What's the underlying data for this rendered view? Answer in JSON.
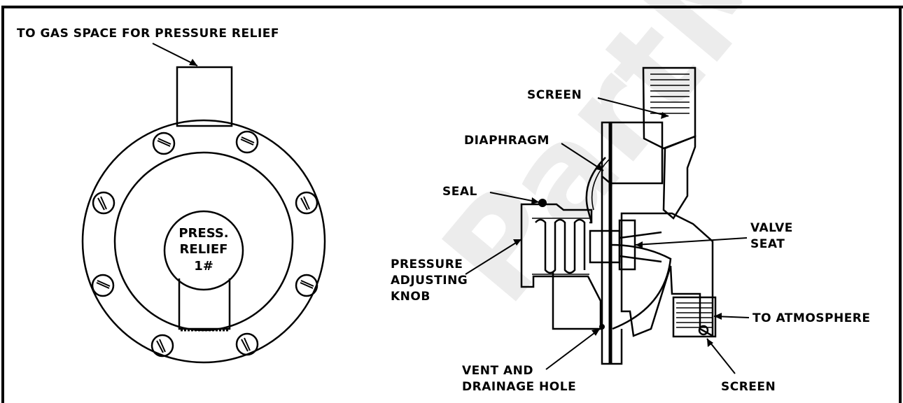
{
  "labels": {
    "gas_space": "TO GAS SPACE FOR PRESSURE RELIEF",
    "screen_top": "SCREEN",
    "diaphragm": "DIAPHRAGM",
    "seal": "SEAL",
    "valve_seat_1": "VALVE",
    "valve_seat_2": "SEAT",
    "pressure_1": "PRESSURE",
    "pressure_2": "ADJUSTING",
    "pressure_3": "KNOB",
    "atmosphere": "TO ATMOSPHERE",
    "vent_1": "VENT AND",
    "vent_2": "DRAINAGE HOLE",
    "screen_bottom": "SCREEN"
  },
  "knob": {
    "line1": "PRESS.",
    "line2": "RELIEF",
    "line3": "1#"
  },
  "watermark": "PartManual",
  "colors": {
    "ink": "#000000",
    "paper": "#ffffff"
  }
}
